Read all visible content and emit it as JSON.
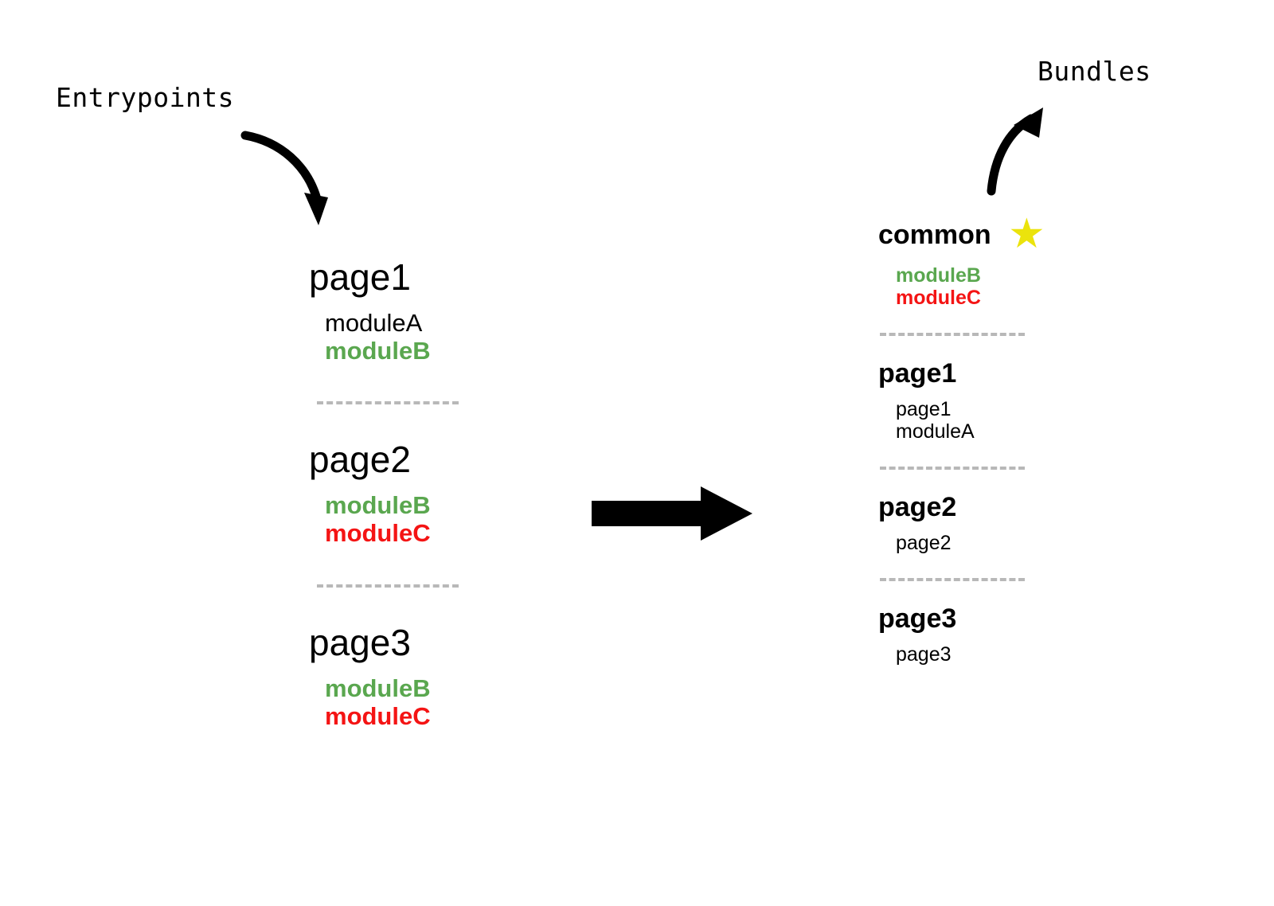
{
  "colors": {
    "background": "#ffffff",
    "text": "#000000",
    "module_shared_green": "#5aa74f",
    "module_shared_red": "#f41414",
    "divider_gray": "#b8b8b8",
    "star_yellow": "#ebe30c",
    "arrow_black": "#000000"
  },
  "labels": {
    "entrypoints": "Entrypoints",
    "bundles": "Bundles"
  },
  "icons": {
    "star": "★",
    "entry_arrow": "curved-arrow-down-right-icon",
    "bundles_arrow": "curved-arrow-up-right-icon",
    "transform_arrow": "right-arrow-icon"
  },
  "entrypoints": {
    "groups": [
      {
        "title": "page1",
        "modules": [
          {
            "name": "moduleA",
            "style": "plain"
          },
          {
            "name": "moduleB",
            "style": "green"
          }
        ]
      },
      {
        "title": "page2",
        "modules": [
          {
            "name": "moduleB",
            "style": "green"
          },
          {
            "name": "moduleC",
            "style": "red"
          }
        ]
      },
      {
        "title": "page3",
        "modules": [
          {
            "name": "moduleB",
            "style": "green"
          },
          {
            "name": "moduleC",
            "style": "red"
          }
        ]
      }
    ]
  },
  "bundles": {
    "groups": [
      {
        "title": "common",
        "starred": true,
        "modules": [
          {
            "name": "moduleB",
            "style": "green"
          },
          {
            "name": "moduleC",
            "style": "red"
          }
        ]
      },
      {
        "title": "page1",
        "starred": false,
        "modules": [
          {
            "name": "page1",
            "style": "plain"
          },
          {
            "name": "moduleA",
            "style": "plain"
          }
        ]
      },
      {
        "title": "page2",
        "starred": false,
        "modules": [
          {
            "name": "page2",
            "style": "plain"
          }
        ]
      },
      {
        "title": "page3",
        "starred": false,
        "modules": [
          {
            "name": "page3",
            "style": "plain"
          }
        ]
      }
    ]
  }
}
